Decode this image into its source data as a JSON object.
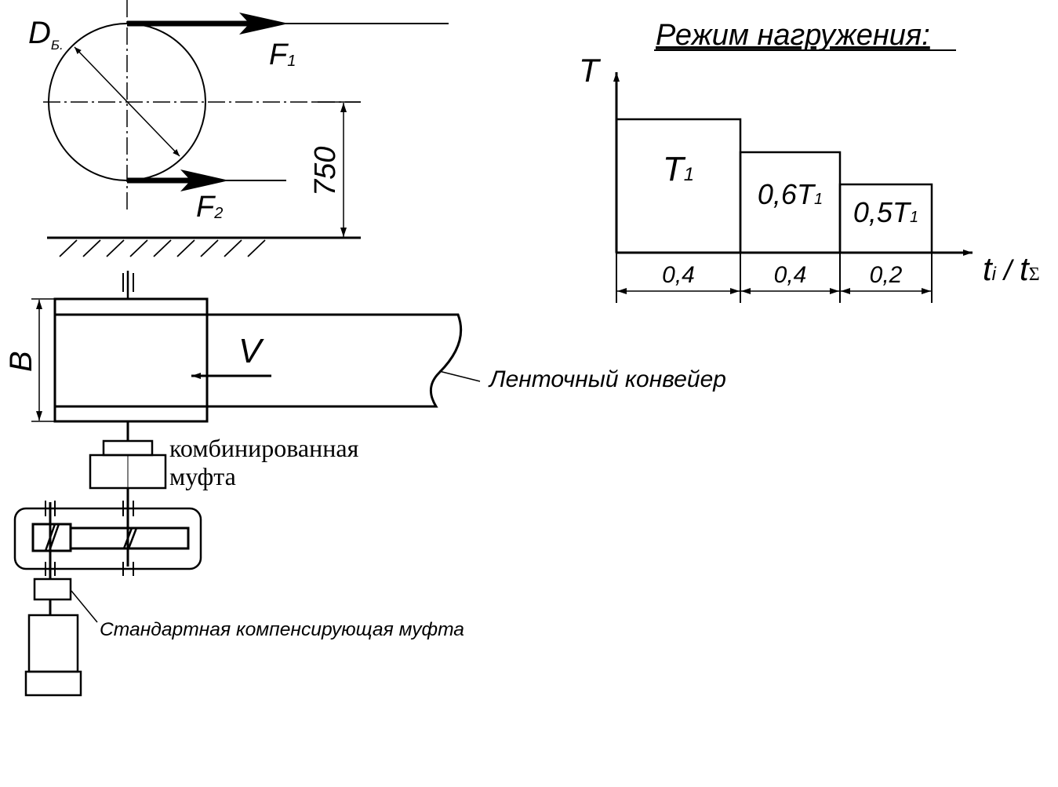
{
  "drum": {
    "diameter_label": "D",
    "diameter_sub": "Б.",
    "force_top": "F",
    "force_top_sub": "1",
    "force_bottom": "F",
    "force_bottom_sub": "2",
    "height_dim": "750"
  },
  "conveyor": {
    "width_label": "B",
    "speed_label": "V",
    "name": "Ленточный конвейер"
  },
  "couplings": {
    "combined_line1": "комбинированная",
    "combined_line2": "муфта",
    "standard": "Стандартная компенсирующая муфта"
  },
  "load_chart": {
    "title": "Режим нагружения:",
    "y_axis": "T",
    "x_axis_main": "t",
    "x_axis_sub": "i",
    "x_axis_sep": " / ",
    "x_axis_main2": "t",
    "x_axis_sub2": "Σ",
    "steps": [
      {
        "label_pre": "",
        "label_main": "T",
        "label_sub": "1",
        "duration_label": "0,4"
      },
      {
        "label_pre": "0,6",
        "label_main": "T",
        "label_sub": "1",
        "duration_label": "0,4"
      },
      {
        "label_pre": "0,5",
        "label_main": "T",
        "label_sub": "1",
        "duration_label": "0,2"
      }
    ]
  }
}
